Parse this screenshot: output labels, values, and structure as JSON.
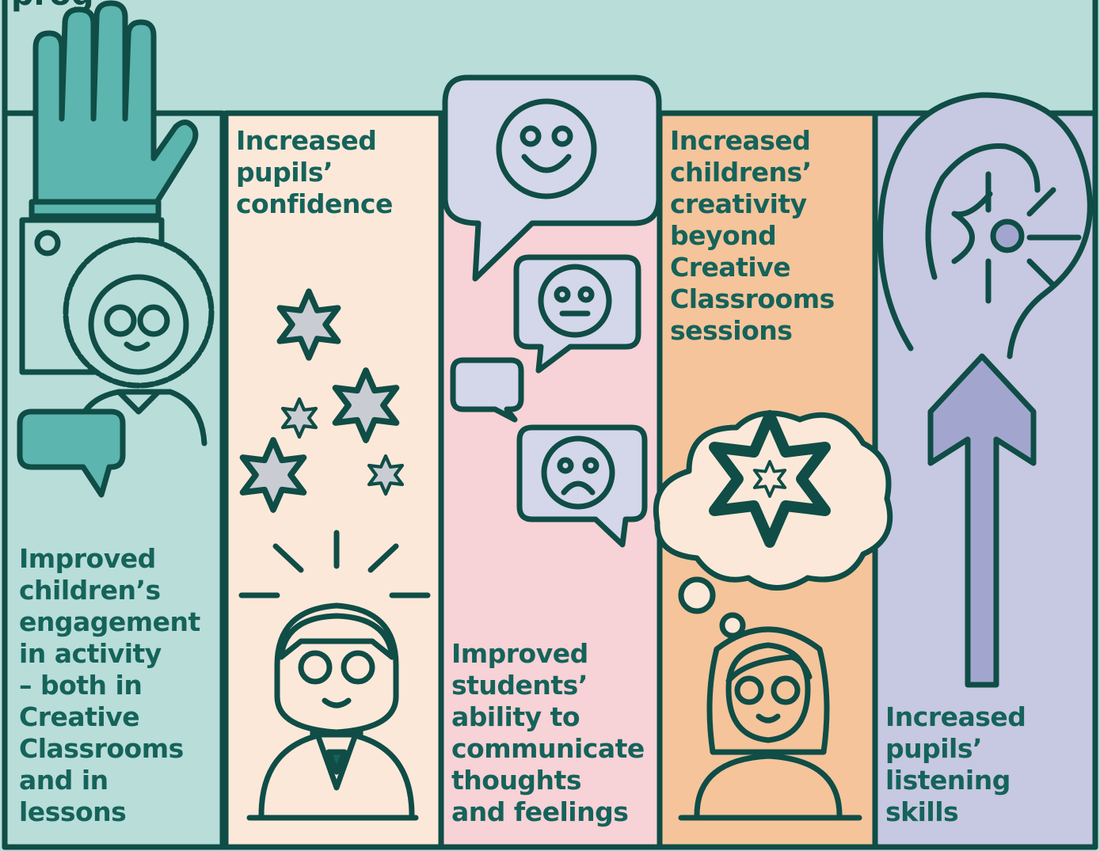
{
  "header": {
    "text": "prog"
  },
  "colors": {
    "background": "#b9ddd9",
    "outline": "#0f4d46",
    "text": "#15635a",
    "col_engagement": "#b9ddd9",
    "col_confidence": "#fbe8d9",
    "col_communicate": "#f7d2d6",
    "col_creativity": "#f5c49b",
    "col_listening": "#c7c8e2",
    "hand": "#5cb5ae",
    "bubble": "#d4d6ea",
    "star": "#c9cdd3",
    "arrow": "#a2a6cf"
  },
  "columns": [
    {
      "id": "engagement",
      "text": "Improved\nchildren’s\nengagement\nin activity\n– both in\nCreative\nClassrooms\nand in\nlessons",
      "icon": "raised-hand-icon"
    },
    {
      "id": "confidence",
      "text": "Increased\npupils’\nconfidence",
      "icon": "stars-icon"
    },
    {
      "id": "communicate",
      "text": "Improved\nstudents’\nability to\ncommunicate\nthoughts\nand feelings",
      "icon": "speech-bubbles-icon"
    },
    {
      "id": "creativity",
      "text": "Increased\nchildrens’\ncreativity\nbeyond\nCreative\nClassrooms\nsessions",
      "icon": "thought-cloud-icon"
    },
    {
      "id": "listening",
      "text": "Increased\npupils’\nlistening\nskills",
      "icon": "ear-icon"
    }
  ]
}
